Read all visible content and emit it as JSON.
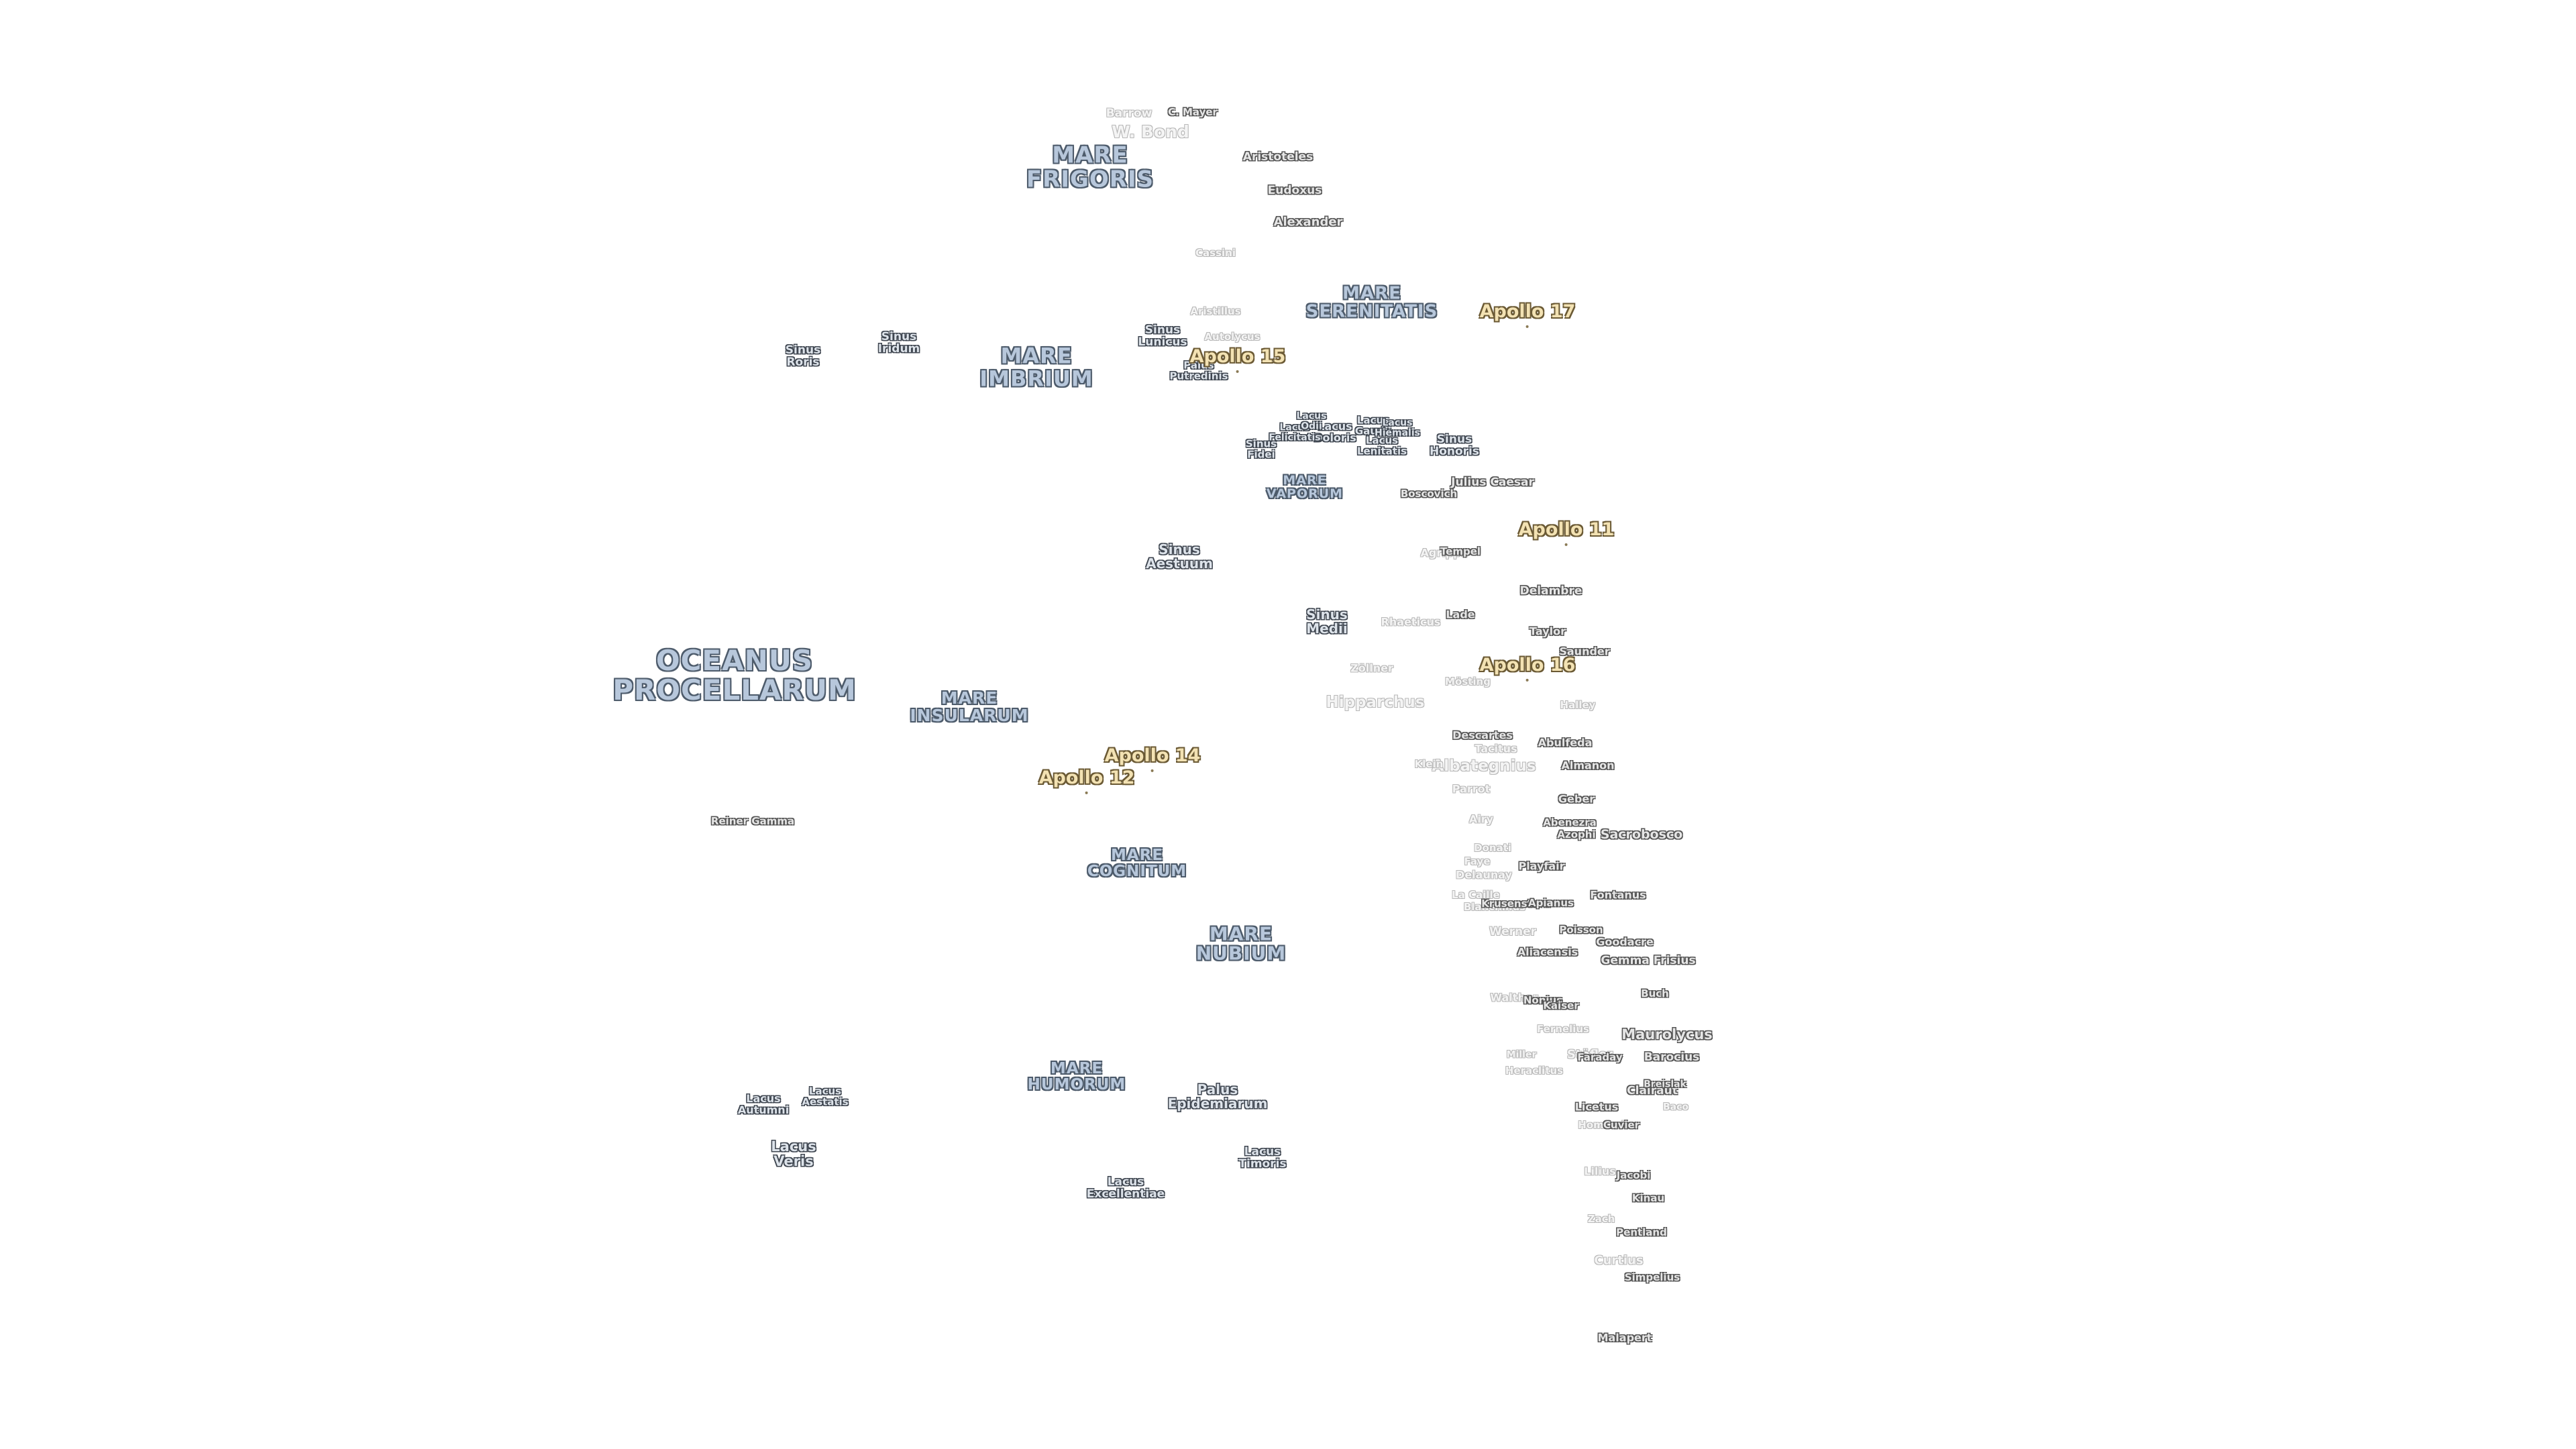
{
  "features": [
    {
      "name": "OCEANUS\nPROCELLARUM",
      "kind": "mare",
      "size": 42
    },
    {
      "name": "MARE\nFRIGORIS",
      "kind": "mare",
      "size": 34
    },
    {
      "name": "MARE\nIMBRIUM",
      "kind": "mare",
      "size": 32
    },
    {
      "name": "MARE\nSERENITATIS",
      "kind": "mare",
      "size": 26
    },
    {
      "name": "MARE\nVAPORUM",
      "kind": "mare",
      "size": 19
    },
    {
      "name": "MARE\nINSULARUM",
      "kind": "mare",
      "size": 25
    },
    {
      "name": "MARE\nCOGNITUM",
      "kind": "mare",
      "size": 23
    },
    {
      "name": "MARE\nNUBIUM",
      "kind": "mare",
      "size": 28
    },
    {
      "name": "MARE\nHUMORUM",
      "kind": "mare",
      "size": 23
    },
    {
      "name": "Sinus\nRoris",
      "kind": "sinus",
      "size": 17
    },
    {
      "name": "Sinus\nIridum",
      "kind": "sinus",
      "size": 17
    },
    {
      "name": "Sinus\nLunicus",
      "kind": "sinus",
      "size": 17
    },
    {
      "name": "Palus\nPutredinis",
      "kind": "sinus",
      "size": 15
    },
    {
      "name": "Sinus\nAestuum",
      "kind": "sinus",
      "size": 20
    },
    {
      "name": "Sinus\nMedii",
      "kind": "sinus",
      "size": 20
    },
    {
      "name": "Sinus\nFidei",
      "kind": "sinus",
      "size": 15
    },
    {
      "name": "Sinus\nHonoris",
      "kind": "sinus",
      "size": 17
    },
    {
      "name": "Lacus\nDoloris",
      "kind": "sinus",
      "size": 16
    },
    {
      "name": "Lacus\nGaudii",
      "kind": "sinus",
      "size": 15
    },
    {
      "name": "Lacus\nLenitatis",
      "kind": "sinus",
      "size": 15
    },
    {
      "name": "Lacus\nFelicitatis",
      "kind": "sinus",
      "size": 14
    },
    {
      "name": "Lacus\nOdii",
      "kind": "sinus",
      "size": 14
    },
    {
      "name": "Lacus\nHiemalis",
      "kind": "sinus",
      "size": 14
    },
    {
      "name": "Palus\nEpidemiarum",
      "kind": "sinus",
      "size": 20
    },
    {
      "name": "Lacus\nTimoris",
      "kind": "sinus",
      "size": 17
    },
    {
      "name": "Lacus\nExcellentiae",
      "kind": "sinus",
      "size": 17
    },
    {
      "name": "Lacus\nAutumni",
      "kind": "sinus",
      "size": 16
    },
    {
      "name": "Lacus\nAestatis",
      "kind": "sinus",
      "size": 15
    },
    {
      "name": "Lacus\nVeris",
      "kind": "sinus",
      "size": 21
    },
    {
      "name": "Apollo 17",
      "kind": "apollo",
      "size": 27
    },
    {
      "name": "Apollo 15",
      "kind": "apollo",
      "size": 27
    },
    {
      "name": "Apollo 11",
      "kind": "apollo",
      "size": 27
    },
    {
      "name": "Apollo 16",
      "kind": "apollo",
      "size": 27
    },
    {
      "name": "Apollo 14",
      "kind": "apollo",
      "size": 27
    },
    {
      "name": "Apollo 12",
      "kind": "apollo",
      "size": 27
    },
    {
      "name": "Barrow",
      "kind": "faint",
      "size": 17
    },
    {
      "name": "C. Mayer",
      "kind": "crater",
      "size": 15
    },
    {
      "name": "W. Bond",
      "kind": "faint",
      "size": 25
    },
    {
      "name": "Aristoteles",
      "kind": "crater",
      "size": 17
    },
    {
      "name": "Eudoxus",
      "kind": "crater",
      "size": 17
    },
    {
      "name": "Alexander",
      "kind": "crater",
      "size": 18
    },
    {
      "name": "Cassini",
      "kind": "faint",
      "size": 15
    },
    {
      "name": "Aristillus",
      "kind": "faint",
      "size": 15
    },
    {
      "name": "Autolycus",
      "kind": "faint",
      "size": 15
    },
    {
      "name": "Julius Caesar",
      "kind": "crater",
      "size": 17
    },
    {
      "name": "Boscovich",
      "kind": "crater",
      "size": 15
    },
    {
      "name": "Agrippa",
      "kind": "faint",
      "size": 16
    },
    {
      "name": "Tempel",
      "kind": "crater",
      "size": 15
    },
    {
      "name": "Delambre",
      "kind": "crater",
      "size": 17
    },
    {
      "name": "Rhaeticus",
      "kind": "faint",
      "size": 16
    },
    {
      "name": "Lade",
      "kind": "crater",
      "size": 16
    },
    {
      "name": "Taylor",
      "kind": "crater",
      "size": 16
    },
    {
      "name": "Saunder",
      "kind": "crater",
      "size": 16
    },
    {
      "name": "Zöllner",
      "kind": "faint",
      "size": 16
    },
    {
      "name": "Mösting",
      "kind": "faint",
      "size": 15
    },
    {
      "name": "Hipparchus",
      "kind": "faint",
      "size": 23
    },
    {
      "name": "Halley",
      "kind": "faint",
      "size": 15
    },
    {
      "name": "Descartes",
      "kind": "crater",
      "size": 16
    },
    {
      "name": "Abulfeda",
      "kind": "crater",
      "size": 16
    },
    {
      "name": "Tacitus",
      "kind": "faint",
      "size": 16
    },
    {
      "name": "Albategnius",
      "kind": "faint",
      "size": 23
    },
    {
      "name": "Klein",
      "kind": "faint",
      "size": 15
    },
    {
      "name": "Almanon",
      "kind": "crater",
      "size": 16
    },
    {
      "name": "Parrot",
      "kind": "faint",
      "size": 16
    },
    {
      "name": "Geber",
      "kind": "crater",
      "size": 16
    },
    {
      "name": "Airy",
      "kind": "faint",
      "size": 16
    },
    {
      "name": "Abenezra",
      "kind": "crater",
      "size": 15
    },
    {
      "name": "Azophi",
      "kind": "crater",
      "size": 15
    },
    {
      "name": "Sacrobosco",
      "kind": "crater",
      "size": 19
    },
    {
      "name": "Donati",
      "kind": "faint",
      "size": 15
    },
    {
      "name": "Faye",
      "kind": "faint",
      "size": 15
    },
    {
      "name": "Playfair",
      "kind": "crater",
      "size": 16
    },
    {
      "name": "Delaunay",
      "kind": "faint",
      "size": 16
    },
    {
      "name": "Fontanus",
      "kind": "crater",
      "size": 16
    },
    {
      "name": "La Caille",
      "kind": "faint",
      "size": 15
    },
    {
      "name": "Blanchinus",
      "kind": "faint",
      "size": 15
    },
    {
      "name": "Krusenstern",
      "kind": "crater",
      "size": 15
    },
    {
      "name": "Apianus",
      "kind": "crater",
      "size": 15
    },
    {
      "name": "Werner",
      "kind": "faint",
      "size": 17
    },
    {
      "name": "Poisson",
      "kind": "crater",
      "size": 15
    },
    {
      "name": "Goodacre",
      "kind": "crater",
      "size": 16
    },
    {
      "name": "Aliacensis",
      "kind": "crater",
      "size": 16
    },
    {
      "name": "Gemma Frisius",
      "kind": "crater",
      "size": 17
    },
    {
      "name": "Buch",
      "kind": "crater",
      "size": 15
    },
    {
      "name": "Walther",
      "kind": "faint",
      "size": 16
    },
    {
      "name": "Nonius",
      "kind": "crater",
      "size": 15
    },
    {
      "name": "Kaiser",
      "kind": "crater",
      "size": 15
    },
    {
      "name": "Fernelius",
      "kind": "faint",
      "size": 15
    },
    {
      "name": "Maurolycus",
      "kind": "crater",
      "size": 21
    },
    {
      "name": "Stöfler",
      "kind": "faint",
      "size": 18
    },
    {
      "name": "Faraday",
      "kind": "crater",
      "size": 15
    },
    {
      "name": "Barocius",
      "kind": "crater",
      "size": 17
    },
    {
      "name": "Miller",
      "kind": "faint",
      "size": 14
    },
    {
      "name": "Heraclitus",
      "kind": "faint",
      "size": 15
    },
    {
      "name": "Clairaut",
      "kind": "crater",
      "size": 17
    },
    {
      "name": "Breislak",
      "kind": "crater",
      "size": 14
    },
    {
      "name": "Licetus",
      "kind": "crater",
      "size": 16
    },
    {
      "name": "Baco",
      "kind": "faint",
      "size": 14
    },
    {
      "name": "Hommel",
      "kind": "faint",
      "size": 15
    },
    {
      "name": "Cuvier",
      "kind": "crater",
      "size": 15
    },
    {
      "name": "Lilius",
      "kind": "faint",
      "size": 16
    },
    {
      "name": "Jacobi",
      "kind": "crater",
      "size": 15
    },
    {
      "name": "Kinau",
      "kind": "crater",
      "size": 15
    },
    {
      "name": "Zach",
      "kind": "faint",
      "size": 15
    },
    {
      "name": "Pentland",
      "kind": "crater",
      "size": 15
    },
    {
      "name": "Curtius",
      "kind": "faint",
      "size": 18
    },
    {
      "name": "Simpelius",
      "kind": "crater",
      "size": 15
    },
    {
      "name": "Malapert",
      "kind": "crater",
      "size": 16
    },
    {
      "name": "Reiner Gamma",
      "kind": "crater",
      "size": 15
    }
  ]
}
